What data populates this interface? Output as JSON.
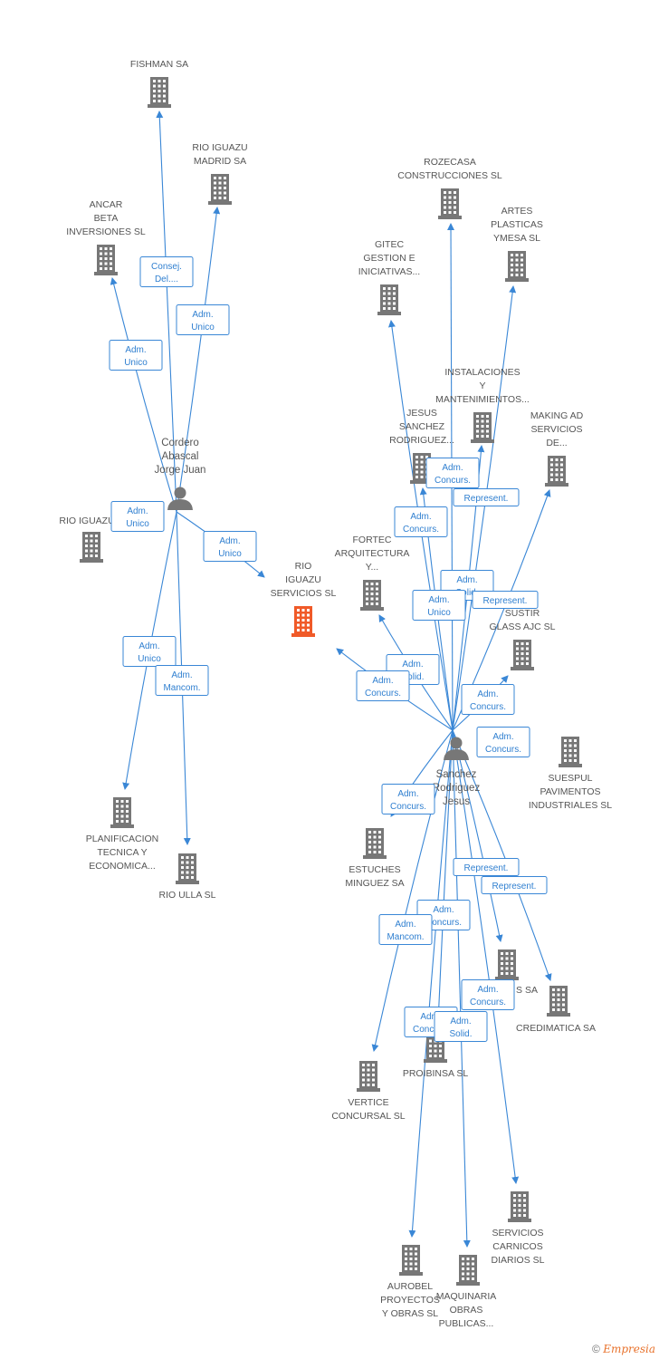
{
  "colors": {
    "edge": "#3a87d6",
    "company": "#777777",
    "focus": "#f05a28",
    "person": "#777777"
  },
  "people": [
    {
      "id": "cordero",
      "lines": [
        "Cordero",
        "Abascal",
        "Jorge Juan"
      ]
    },
    {
      "id": "sanchez",
      "lines": [
        "Sanchez",
        "Rodriguez",
        "Jesus"
      ]
    }
  ],
  "companies": [
    {
      "id": "fishman",
      "lines": [
        "FISHMAN SA"
      ]
    },
    {
      "id": "rio_madrid",
      "lines": [
        "RIO IGUAZU",
        "MADRID SA"
      ]
    },
    {
      "id": "ancar",
      "lines": [
        "ANCAR",
        "BETA",
        "INVERSIONES SL"
      ]
    },
    {
      "id": "rio_s",
      "lines": [
        "RIO IGUAZU S"
      ]
    },
    {
      "id": "rio_servicios",
      "lines": [
        "RIO",
        "IGUAZU",
        "SERVICIOS SL"
      ],
      "focus": true
    },
    {
      "id": "planificacion",
      "lines": [
        "PLANIFICACION",
        "TECNICA Y",
        "ECONOMICA..."
      ]
    },
    {
      "id": "rio_ulla",
      "lines": [
        "RIO ULLA  SL"
      ]
    },
    {
      "id": "rozecasa",
      "lines": [
        "ROZECASA",
        "CONSTRUCCIONES SL"
      ]
    },
    {
      "id": "artes",
      "lines": [
        "ARTES",
        "PLASTICAS",
        "YMESA SL"
      ]
    },
    {
      "id": "gitec",
      "lines": [
        "GITEC",
        "GESTION E",
        "INICIATIVAS..."
      ]
    },
    {
      "id": "instalaciones",
      "lines": [
        "INSTALACIONES",
        "Y",
        "MANTENIMIENTOS..."
      ]
    },
    {
      "id": "jesus",
      "lines": [
        "JESUS",
        "SANCHEZ",
        "RODRIGUEZ..."
      ]
    },
    {
      "id": "making",
      "lines": [
        "MAKING AD",
        "SERVICIOS",
        "DE..."
      ]
    },
    {
      "id": "fortec",
      "lines": [
        "FORTEC",
        "ARQUITECTURA",
        "Y..."
      ]
    },
    {
      "id": "sustir",
      "lines": [
        "SUSTIR",
        "GLASS AJC SL"
      ]
    },
    {
      "id": "suespul",
      "lines": [
        "SUESPUL",
        "PAVIMENTOS",
        "INDUSTRIALES SL"
      ]
    },
    {
      "id": "estuches",
      "lines": [
        "ESTUCHES",
        "MINGUEZ SA"
      ]
    },
    {
      "id": "s_sa",
      "lines": [
        "S SA"
      ]
    },
    {
      "id": "credimatica",
      "lines": [
        "CREDIMATICA SA"
      ]
    },
    {
      "id": "proibinsa",
      "lines": [
        "PROIBINSA SL"
      ]
    },
    {
      "id": "vertice",
      "lines": [
        "VERTICE",
        "CONCURSAL SL"
      ]
    },
    {
      "id": "servicios_carnicos",
      "lines": [
        "SERVICIOS",
        "CARNICOS",
        "DIARIOS SL"
      ]
    },
    {
      "id": "aurobel",
      "lines": [
        "AUROBEL",
        "PROYECTOS",
        "Y OBRAS SL"
      ]
    },
    {
      "id": "maquinaria",
      "lines": [
        "MAQUINARIA",
        "OBRAS",
        "PUBLICAS..."
      ]
    }
  ],
  "relations": [
    {
      "id": "r1",
      "lines": [
        "Consej.",
        "Del...."
      ]
    },
    {
      "id": "r2",
      "lines": [
        "Adm.",
        "Unico"
      ]
    },
    {
      "id": "r3",
      "lines": [
        "Adm.",
        "Unico"
      ]
    },
    {
      "id": "r4",
      "lines": [
        "Adm.",
        "Unico"
      ]
    },
    {
      "id": "r5",
      "lines": [
        "Adm.",
        "Unico"
      ]
    },
    {
      "id": "r6",
      "lines": [
        "Adm.",
        "Unico"
      ]
    },
    {
      "id": "r7",
      "lines": [
        "Adm.",
        "Mancom."
      ]
    },
    {
      "id": "r8",
      "lines": [
        "Adm.",
        "Concurs."
      ]
    },
    {
      "id": "r9",
      "lines": [
        "Represent."
      ]
    },
    {
      "id": "r10",
      "lines": [
        "Adm.",
        "Concurs."
      ]
    },
    {
      "id": "r11",
      "lines": [
        "Adm.",
        "Solid."
      ]
    },
    {
      "id": "r12",
      "lines": [
        "Adm.",
        "Unico"
      ]
    },
    {
      "id": "r13",
      "lines": [
        "Represent."
      ]
    },
    {
      "id": "r14",
      "lines": [
        "Adm.",
        "Solid."
      ]
    },
    {
      "id": "r15",
      "lines": [
        "Adm.",
        "Concurs."
      ]
    },
    {
      "id": "r16",
      "lines": [
        "Adm.",
        "Concurs."
      ]
    },
    {
      "id": "r17",
      "lines": [
        "Adm.",
        "Concurs."
      ]
    },
    {
      "id": "r18",
      "lines": [
        "Adm.",
        "Concurs."
      ]
    },
    {
      "id": "r19",
      "lines": [
        "Represent."
      ]
    },
    {
      "id": "r20",
      "lines": [
        "Represent."
      ]
    },
    {
      "id": "r21",
      "lines": [
        "Adm.",
        "Concurs."
      ]
    },
    {
      "id": "r22",
      "lines": [
        "Adm.",
        "Mancom."
      ]
    },
    {
      "id": "r23",
      "lines": [
        "Adm.",
        "Concurs."
      ]
    },
    {
      "id": "r24",
      "lines": [
        "Adm.",
        "Concurs."
      ]
    },
    {
      "id": "r25",
      "lines": [
        "Adm.",
        "Solid."
      ]
    }
  ],
  "edges": [
    [
      "cordero",
      "fishman"
    ],
    [
      "cordero",
      "rio_madrid"
    ],
    [
      "cordero",
      "ancar"
    ],
    [
      "cordero",
      "rio_s"
    ],
    [
      "cordero",
      "rio_servicios"
    ],
    [
      "cordero",
      "planificacion"
    ],
    [
      "cordero",
      "rio_ulla"
    ],
    [
      "sanchez",
      "rozecasa"
    ],
    [
      "sanchez",
      "artes"
    ],
    [
      "sanchez",
      "gitec"
    ],
    [
      "sanchez",
      "instalaciones"
    ],
    [
      "sanchez",
      "jesus"
    ],
    [
      "sanchez",
      "making"
    ],
    [
      "sanchez",
      "fortec"
    ],
    [
      "sanchez",
      "rio_servicios"
    ],
    [
      "sanchez",
      "sustir"
    ],
    [
      "sanchez",
      "estuches"
    ],
    [
      "sanchez",
      "s_sa"
    ],
    [
      "sanchez",
      "credimatica"
    ],
    [
      "sanchez",
      "proibinsa"
    ],
    [
      "sanchez",
      "vertice"
    ],
    [
      "sanchez",
      "servicios_carnicos"
    ],
    [
      "sanchez",
      "aurobel"
    ],
    [
      "sanchez",
      "maquinaria"
    ]
  ],
  "footer": {
    "copyright": "©",
    "brand": "Empresia"
  }
}
